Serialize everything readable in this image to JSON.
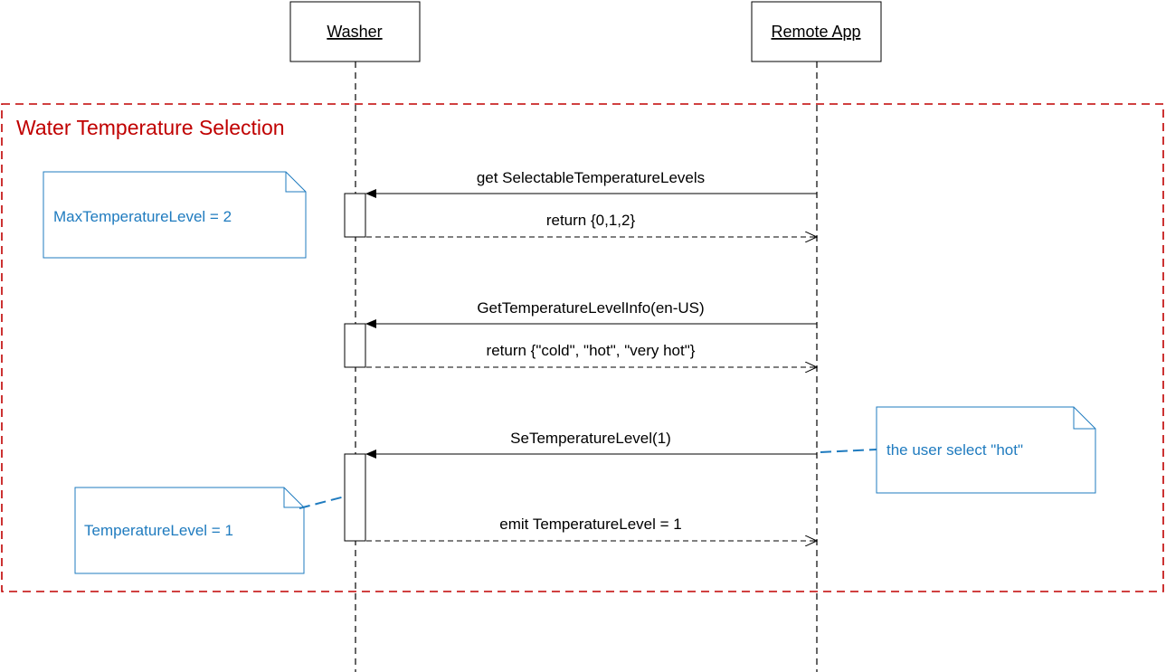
{
  "participants": {
    "washer": "Washer",
    "remote": "Remote App"
  },
  "frame": {
    "title": "Water Temperature Selection",
    "color": "#c00000"
  },
  "messages": [
    {
      "label": "get SelectableTemperatureLevels",
      "kind": "call",
      "from": "remote",
      "to": "washer"
    },
    {
      "label": "return {0,1,2}",
      "kind": "return",
      "from": "washer",
      "to": "remote"
    },
    {
      "label": "GetTemperatureLevelInfo(en-US)",
      "kind": "call",
      "from": "remote",
      "to": "washer"
    },
    {
      "label": "return {\"cold\", \"hot\", \"very hot\"}",
      "kind": "return",
      "from": "washer",
      "to": "remote"
    },
    {
      "label": "SeTemperatureLevel(1)",
      "kind": "call",
      "from": "remote",
      "to": "washer"
    },
    {
      "label": "emit TemperatureLevel = 1",
      "kind": "return",
      "from": "washer",
      "to": "remote"
    }
  ],
  "notes": [
    {
      "text": "MaxTemperatureLevel = 2"
    },
    {
      "text": "the user select \"hot\""
    },
    {
      "text": "TemperatureLevel = 1"
    }
  ],
  "colors": {
    "note": "#1f7bbf",
    "line": "#000000"
  }
}
